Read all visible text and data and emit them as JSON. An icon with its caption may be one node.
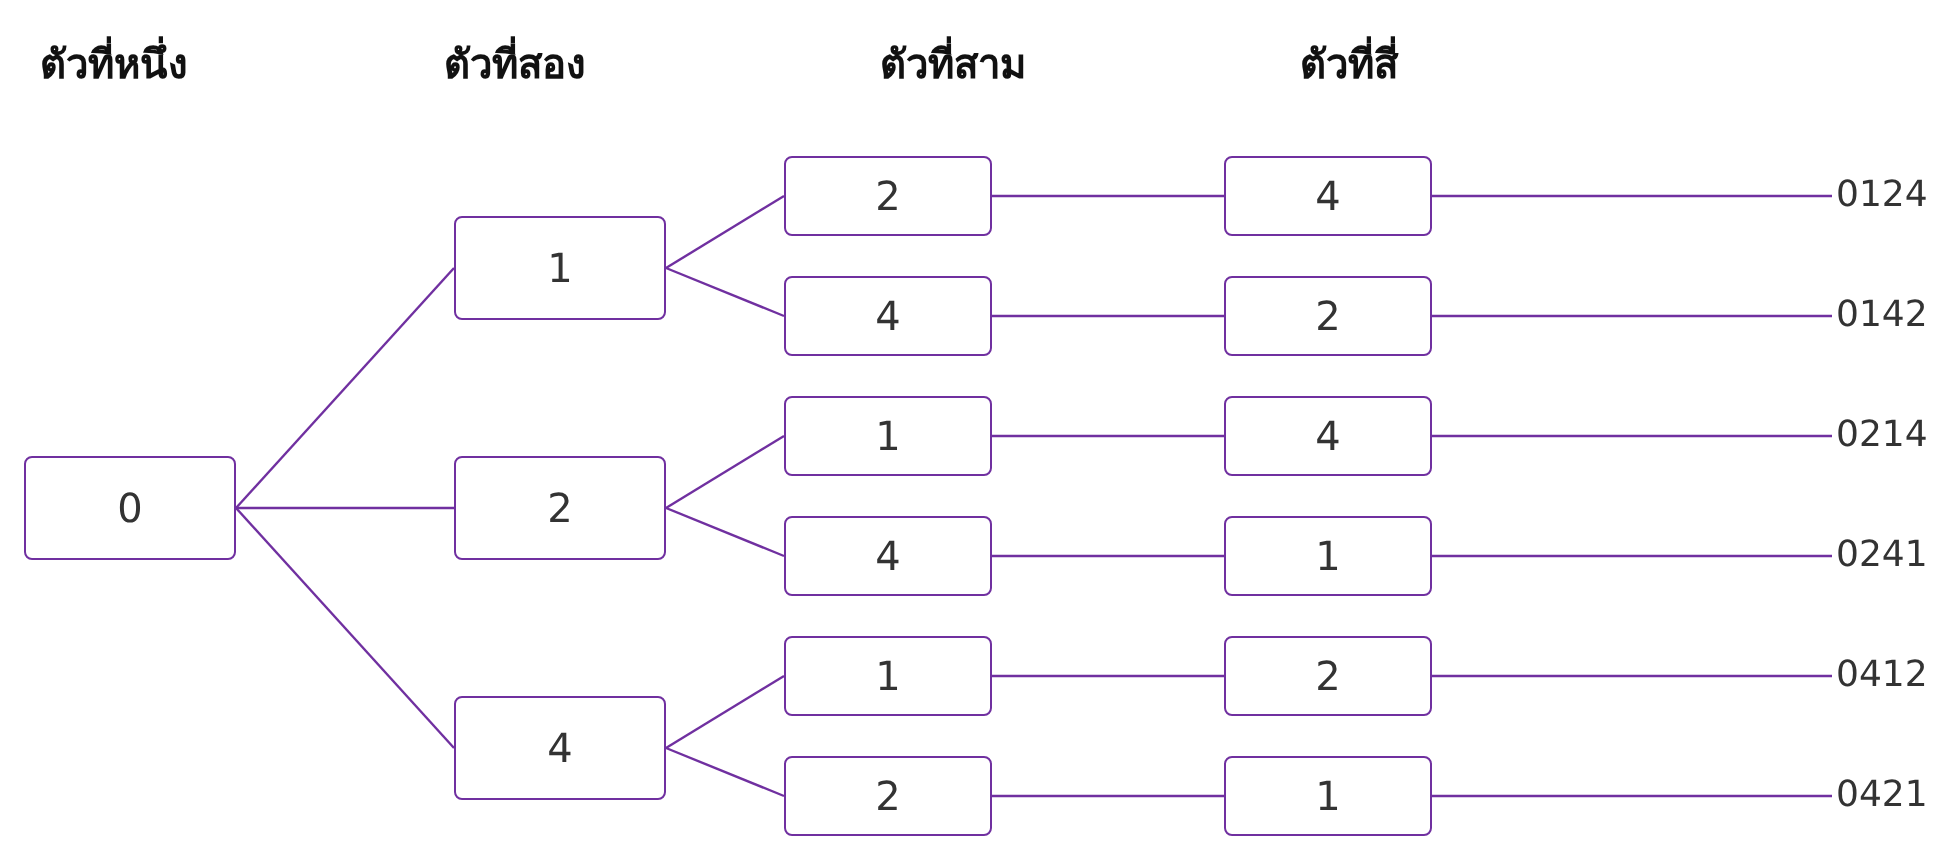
{
  "diagram": {
    "nodes": [
      {
        "text": [
          "0"
        ]
      },
      {
        "text": [
          "1"
        ]
      },
      {
        "text": [
          "2"
        ]
      },
      {
        "text": [
          "4"
        ]
      },
      {
        "text": [
          "2"
        ]
      },
      {
        "text": [
          "4"
        ]
      },
      {
        "text": [
          "1"
        ]
      },
      {
        "text": [
          "4"
        ]
      },
      {
        "text": [
          "1"
        ]
      },
      {
        "text": [
          "2"
        ]
      },
      {
        "text": [
          "4"
        ]
      },
      {
        "text": [
          "2"
        ]
      },
      {
        "text": [
          "4"
        ]
      },
      {
        "text": [
          "1"
        ]
      },
      {
        "text": [
          "2"
        ]
      },
      {
        "text": [
          "1"
        ]
      },
      {
        "text": [
          "0124"
        ]
      },
      {
        "text": [
          "0142"
        ]
      },
      {
        "text": [
          "0214"
        ]
      },
      {
        "text": [
          "0241"
        ]
      },
      {
        "text": [
          "0412"
        ]
      },
      {
        "text": [
          "0421"
        ]
      }
    ],
    "edges": [
      {
        "from": 0,
        "to": 1,
        "arrow": "none"
      },
      {
        "from": 0,
        "to": 2,
        "arrow": "none"
      },
      {
        "from": 0,
        "to": 3,
        "arrow": "none"
      },
      {
        "from": 1,
        "to": 4,
        "arrow": "none"
      },
      {
        "from": 1,
        "to": 5,
        "arrow": "none"
      },
      {
        "from": 2,
        "to": 6,
        "arrow": "none"
      },
      {
        "from": 2,
        "to": 7,
        "arrow": "none"
      },
      {
        "from": 3,
        "to": 8,
        "arrow": "none"
      },
      {
        "from": 3,
        "to": 9,
        "arrow": "none"
      },
      {
        "from": 4,
        "to": 10,
        "arrow": "none"
      },
      {
        "from": 5,
        "to": 11,
        "arrow": "none"
      },
      {
        "from": 6,
        "to": 12,
        "arrow": "none"
      },
      {
        "from": 7,
        "to": 13,
        "arrow": "none"
      },
      {
        "from": 8,
        "to": 14,
        "arrow": "none"
      },
      {
        "from": 9,
        "to": 15,
        "arrow": "none"
      },
      {
        "from": 10,
        "to": 16,
        "arrow": "none"
      },
      {
        "from": 11,
        "to": 17,
        "arrow": "none"
      },
      {
        "from": 12,
        "to": 18,
        "arrow": "none"
      },
      {
        "from": 13,
        "to": 19,
        "arrow": "none"
      },
      {
        "from": 14,
        "to": 20,
        "arrow": "none"
      },
      {
        "from": 15,
        "to": 21,
        "arrow": "none"
      }
    ],
    "labels": [
      "ตัวที่หนึ่ง",
      "ตัวที่สอง",
      "ตัวที่สาม",
      "ตัวที่สี่"
    ]
  }
}
